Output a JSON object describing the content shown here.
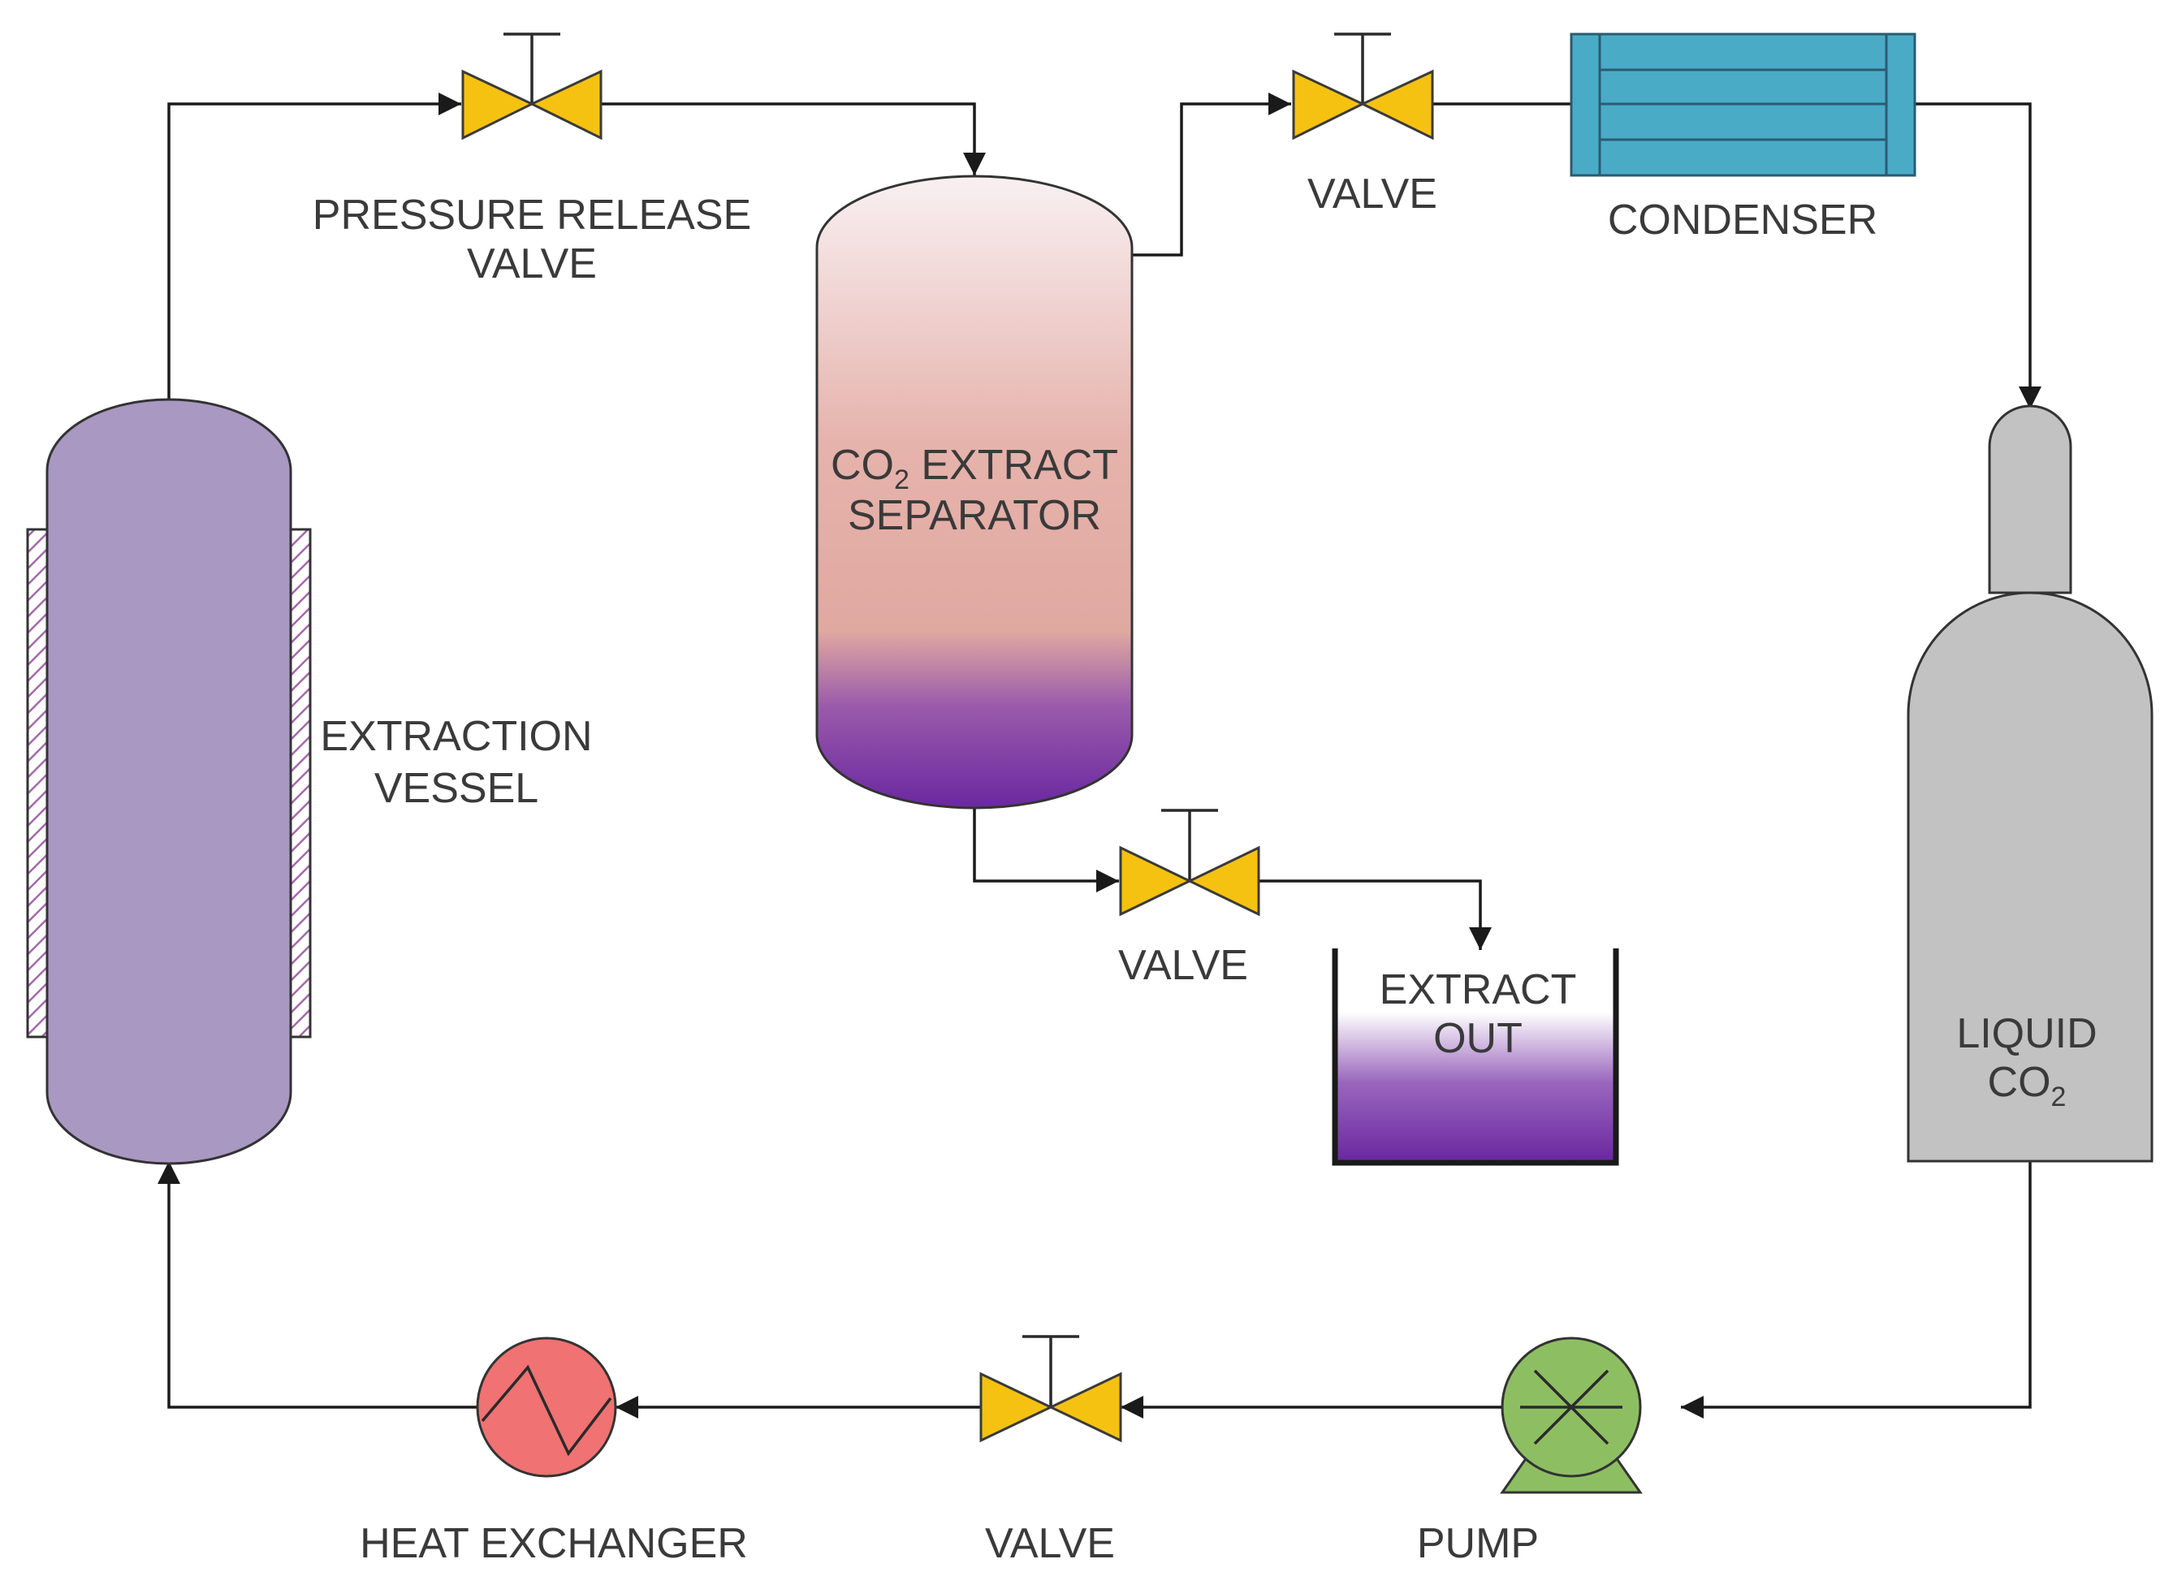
{
  "labels": {
    "pressure_release_valve_line1": "PRESSURE RELEASE",
    "pressure_release_valve_line2": "VALVE",
    "valve_top": "VALVE",
    "condenser": "CONDENSER",
    "separator_line1_prefix": "CO",
    "separator_line1_subscript": "2",
    "separator_line1_suffix": " EXTRACT",
    "separator_line2": "SEPARATOR",
    "extraction_vessel_line1": "EXTRACTION",
    "extraction_vessel_line2": "VESSEL",
    "valve_middle": "VALVE",
    "extract_out_line1": "EXTRACT",
    "extract_out_line2": "OUT",
    "liquid_co2_line1": "LIQUID",
    "liquid_co2_line2_prefix": "CO",
    "liquid_co2_line2_subscript": "2",
    "heat_exchanger": "HEAT EXCHANGER",
    "valve_bottom": "VALVE",
    "pump": "PUMP"
  },
  "colors": {
    "extraction_vessel": "#a898c2",
    "separator_top": "#f7eef0",
    "separator_mid": "#e2aba3",
    "separator_bottom": "#6b2aa2",
    "valve": "#f5c211",
    "condenser": "#4aabc7",
    "cylinder": "#c2c2c2",
    "extract_liquid": "#6b2aa2",
    "heat_exchanger": "#f07272",
    "pump": "#8dbf62"
  }
}
